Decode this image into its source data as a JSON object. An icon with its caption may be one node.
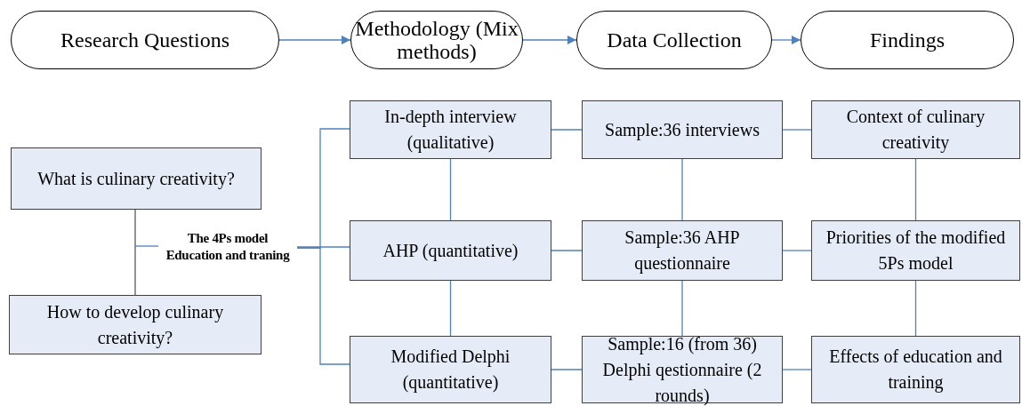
{
  "diagram": {
    "nodes": [
      {
        "text": [
          "Research Questions"
        ]
      },
      {
        "text": [
          "Methodology (Mix methods)"
        ]
      },
      {
        "text": [
          "Data Collection"
        ]
      },
      {
        "text": [
          "Findings"
        ]
      },
      {
        "text": [
          "What is culinary creativity?"
        ]
      },
      {
        "text": [
          "How to develop culinary creativity?"
        ]
      },
      {
        "text": [
          "The 4Ps model Education and traning"
        ]
      },
      {
        "text": [
          "In-depth interview (qualitative)"
        ]
      },
      {
        "text": [
          "Sample:36 interviews"
        ]
      },
      {
        "text": [
          "Context of culinary creativity"
        ]
      },
      {
        "text": [
          "AHP (quantitative)"
        ]
      },
      {
        "text": [
          "Sample:36 AHP questionnaire"
        ]
      },
      {
        "text": [
          "Priorities of the modified 5Ps model"
        ]
      },
      {
        "text": [
          "Modified Delphi (quantitative)"
        ]
      },
      {
        "text": [
          "Sample:16 (from 36) Delphi qestionnaire (2 rounds)"
        ]
      },
      {
        "text": [
          "Effects of education and training"
        ]
      }
    ],
    "edges": [
      {
        "from": 0,
        "to": 1,
        "arrow": "to"
      },
      {
        "from": 1,
        "to": 2,
        "arrow": "to"
      },
      {
        "from": 2,
        "to": 3,
        "arrow": "to"
      },
      {
        "from": 4,
        "to": 5,
        "arrow": "none",
        "color": "#595959"
      },
      {
        "from": null,
        "to": 6,
        "arrow": "none"
      },
      {
        "from": 6,
        "to": 7,
        "arrow": "none"
      },
      {
        "from": 6,
        "to": 10,
        "arrow": "none"
      },
      {
        "from": 6,
        "to": 13,
        "arrow": "none"
      },
      {
        "from": 7,
        "to": 8,
        "arrow": "none"
      },
      {
        "from": 8,
        "to": 9,
        "arrow": "none"
      },
      {
        "from": 10,
        "to": 11,
        "arrow": "none"
      },
      {
        "from": 11,
        "to": 12,
        "arrow": "none"
      },
      {
        "from": 13,
        "to": 14,
        "arrow": "none"
      },
      {
        "from": 14,
        "to": 15,
        "arrow": "none"
      },
      {
        "from": 7,
        "to": 10,
        "arrow": "none"
      },
      {
        "from": 10,
        "to": 13,
        "arrow": "none"
      },
      {
        "from": 8,
        "to": 11,
        "arrow": "none"
      },
      {
        "from": 11,
        "to": 14,
        "arrow": "none"
      },
      {
        "from": 9,
        "to": 12,
        "arrow": "none"
      },
      {
        "from": 12,
        "to": 15,
        "arrow": "none"
      }
    ]
  }
}
